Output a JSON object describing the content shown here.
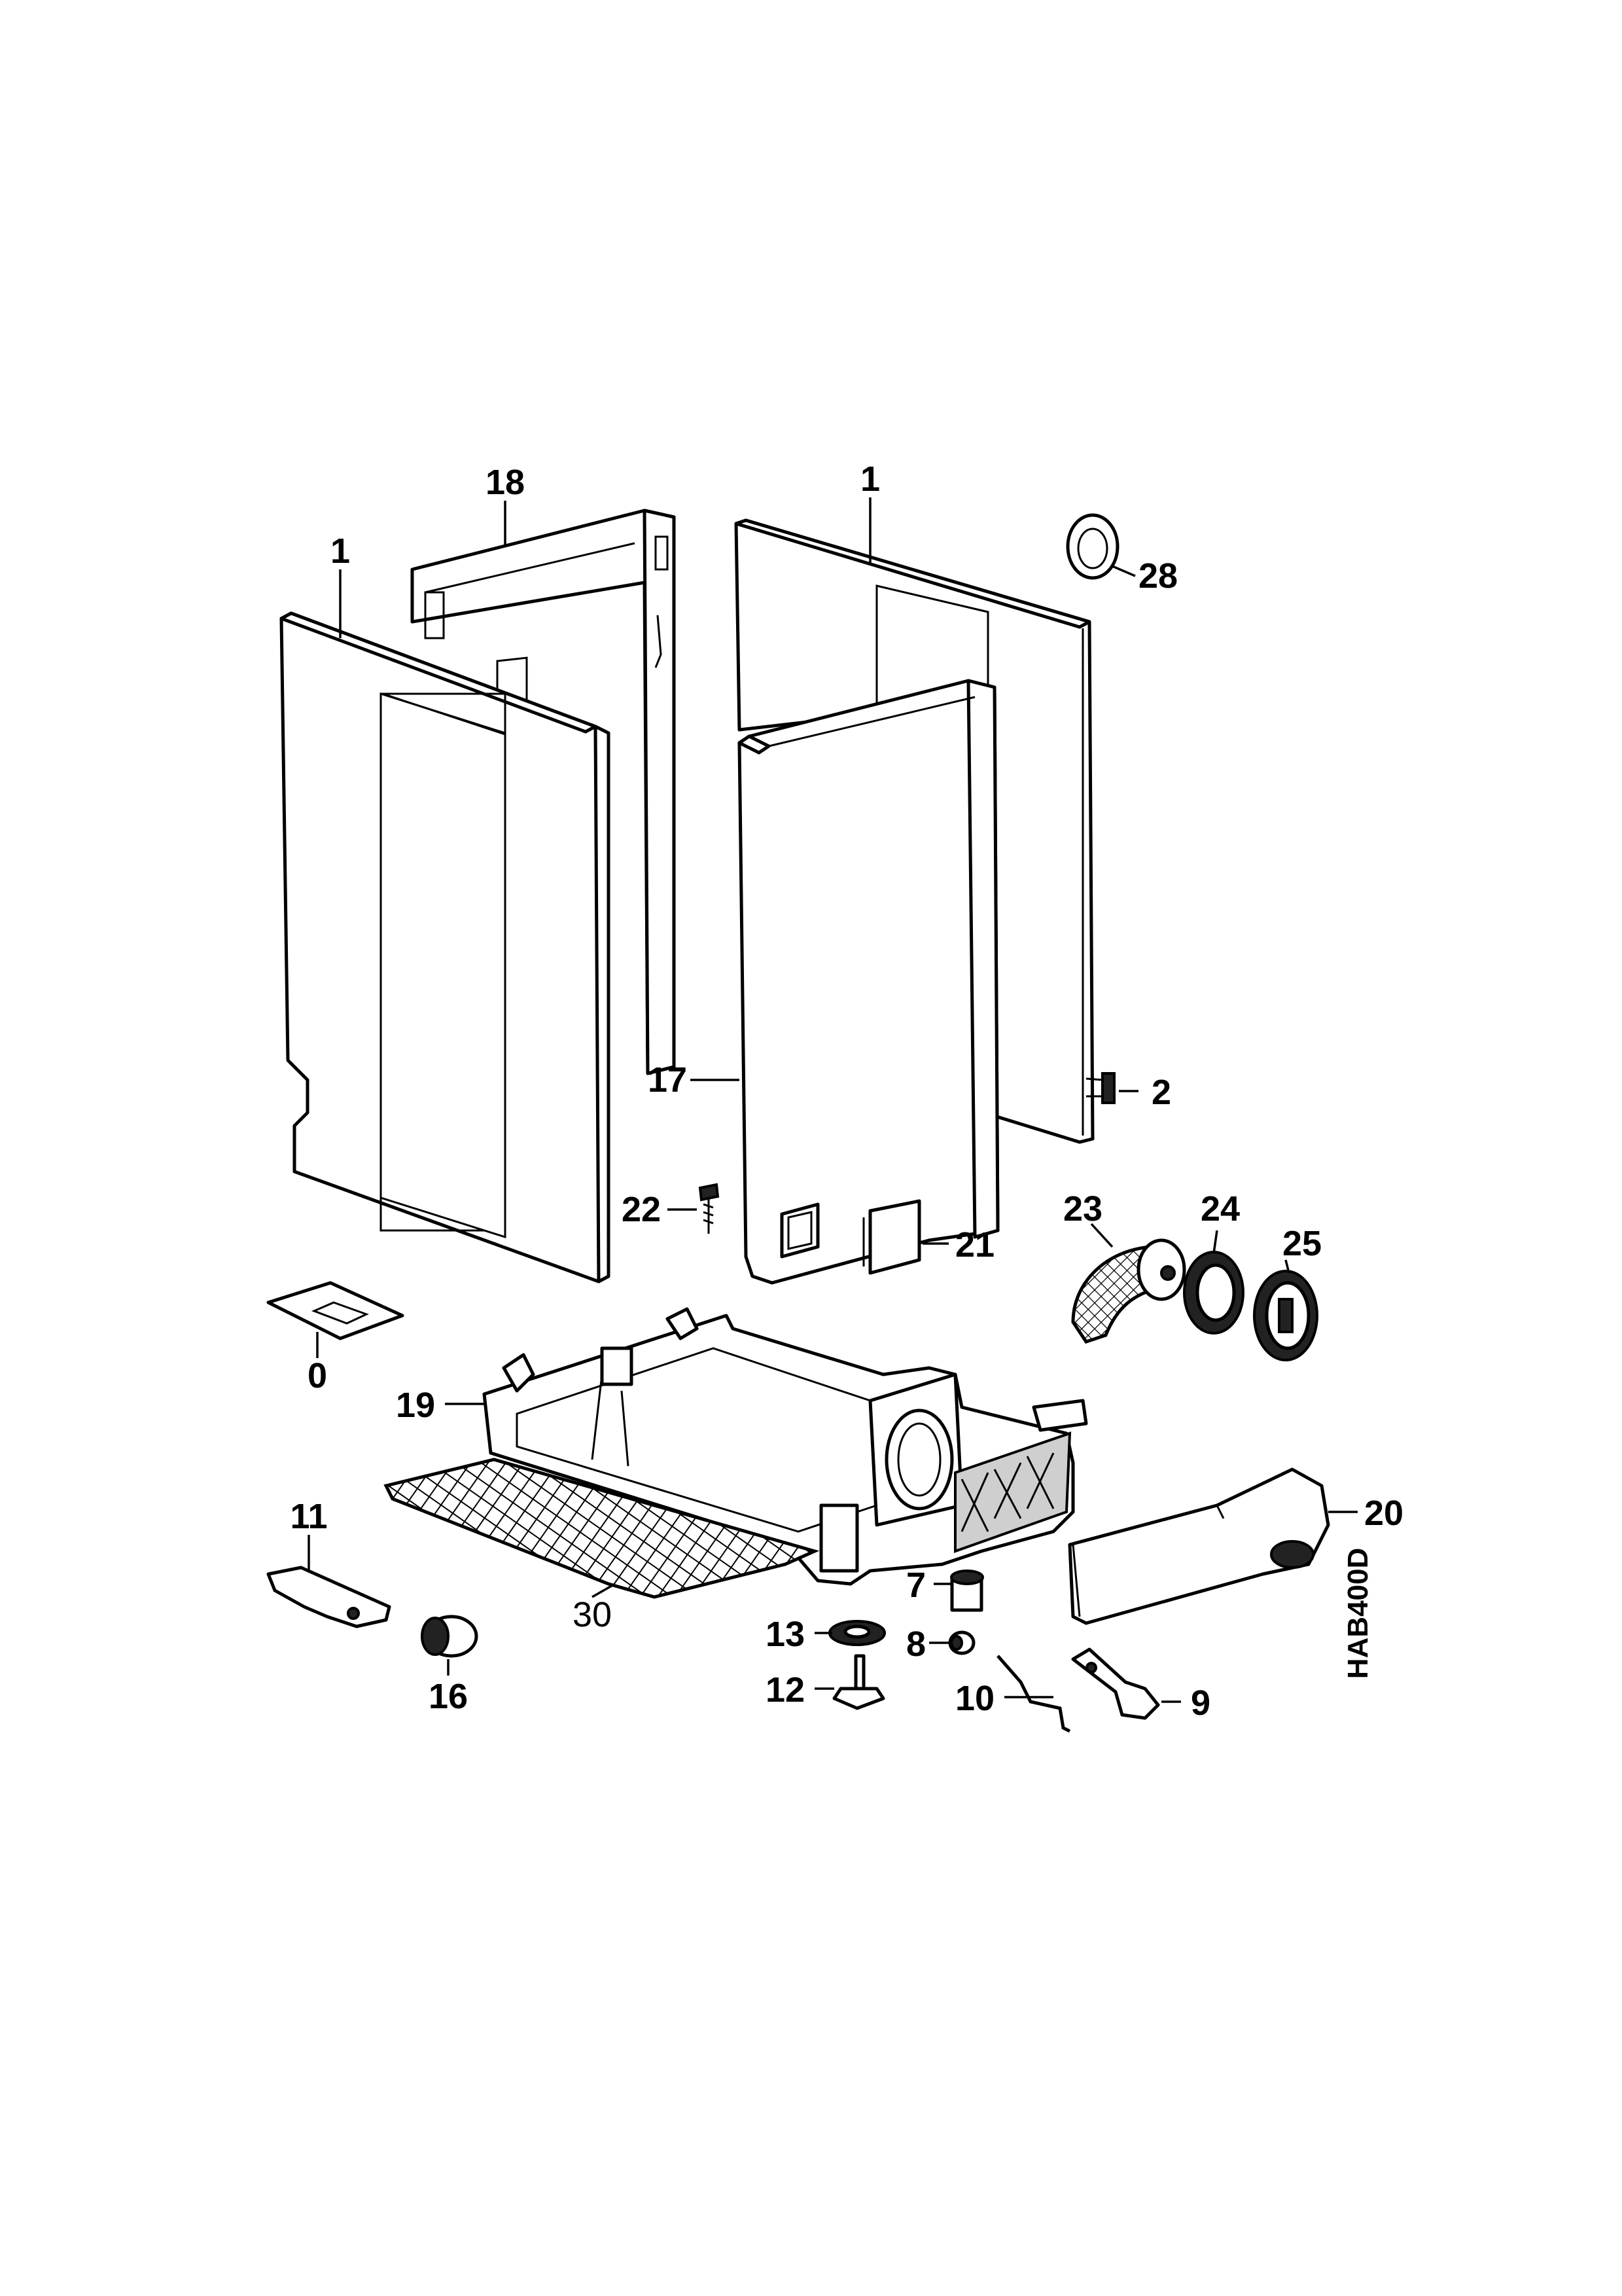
{
  "diagram": {
    "drawing_code": "HAB400D",
    "callouts": [
      {
        "id": "side-panel-left",
        "label": "1"
      },
      {
        "id": "side-panel-right",
        "label": "1"
      },
      {
        "id": "back-panel",
        "label": "18"
      },
      {
        "id": "plug-28",
        "label": "28"
      },
      {
        "id": "clip-2",
        "label": "2"
      },
      {
        "id": "front-panel",
        "label": "17"
      },
      {
        "id": "screw-22",
        "label": "22"
      },
      {
        "id": "flap-21",
        "label": "21"
      },
      {
        "id": "hose-23",
        "label": "23"
      },
      {
        "id": "seal-24",
        "label": "24"
      },
      {
        "id": "ring-25",
        "label": "25"
      },
      {
        "id": "plate-0",
        "label": "0"
      },
      {
        "id": "base-19",
        "label": "19"
      },
      {
        "id": "kickplate-20",
        "label": "20"
      },
      {
        "id": "bracket-11",
        "label": "11"
      },
      {
        "id": "roller-16",
        "label": "16"
      },
      {
        "id": "filter-30",
        "label": "30"
      },
      {
        "id": "foot-7",
        "label": "7"
      },
      {
        "id": "nut-13",
        "label": "13"
      },
      {
        "id": "bush-8",
        "label": "8"
      },
      {
        "id": "foot-12",
        "label": "12"
      },
      {
        "id": "rod-10",
        "label": "10"
      },
      {
        "id": "lever-9",
        "label": "9"
      }
    ]
  }
}
